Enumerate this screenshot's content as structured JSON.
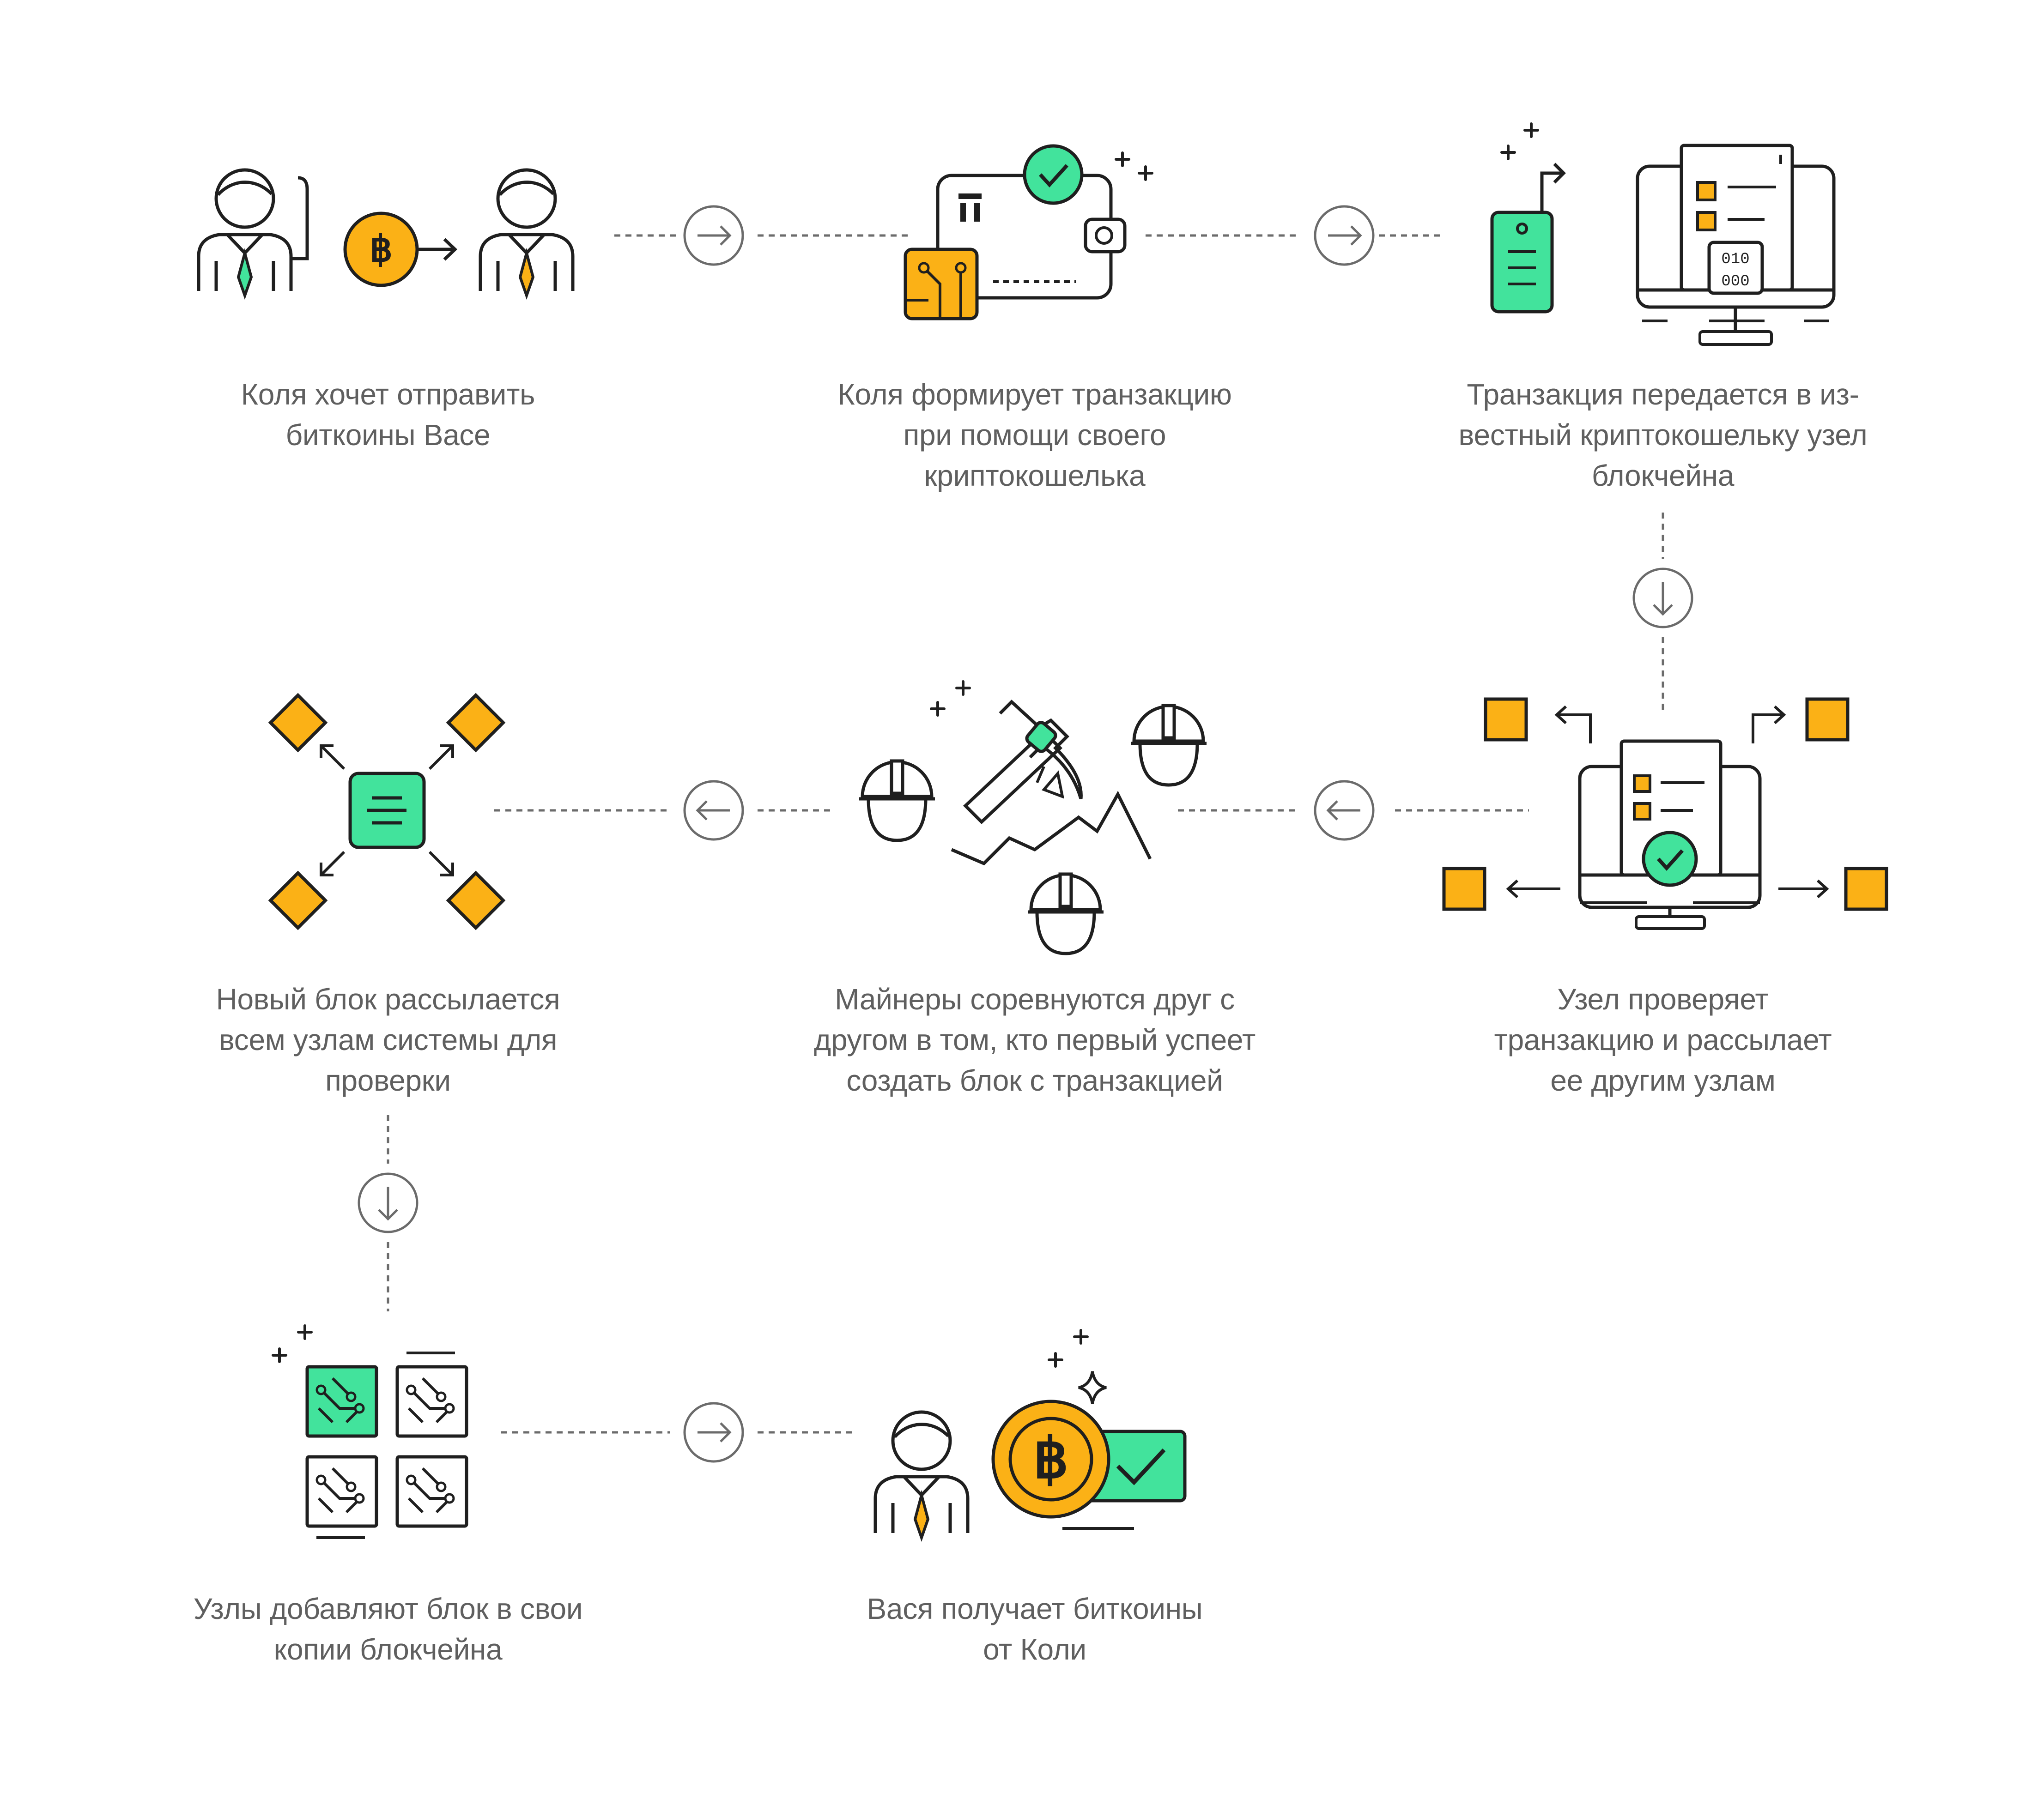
{
  "steps": [
    {
      "id": 1,
      "text": "Коля хочет отправить\nбиткоины Васе"
    },
    {
      "id": 2,
      "text": "Коля формирует транзакцию\nпри помощи своего\nкриптокошелька"
    },
    {
      "id": 3,
      "text": "Транзакция передается в из-\nвестный криптокошельку узел\nблокчейна"
    },
    {
      "id": 4,
      "text": "Новый блок рассылается\nвсем узлам системы для\nпроверки"
    },
    {
      "id": 5,
      "text": "Майнеры соревнуются друг с\nдругом в том, кто первый успеет\nсоздать блок с транзакцией"
    },
    {
      "id": 6,
      "text": "Узел проверяет\nтранзакцию и рассылает\nее другим узлам"
    },
    {
      "id": 7,
      "text": "Узлы добавляют блок в свои\nкопии блокчейна"
    },
    {
      "id": 8,
      "text": "Вася получает биткоины\nот Коли"
    }
  ],
  "colors": {
    "stroke": "#1f1f1f",
    "bitcoin": "#fbb116",
    "green": "#42e39c",
    "connector": "#6b6b6b",
    "text": "#5f5f5f"
  },
  "icons": [
    "bitcoin-icon",
    "wallet-icon",
    "server-icon",
    "computer-icon",
    "node-network-icon",
    "miners-icon",
    "blocks-icon",
    "check-icon"
  ]
}
